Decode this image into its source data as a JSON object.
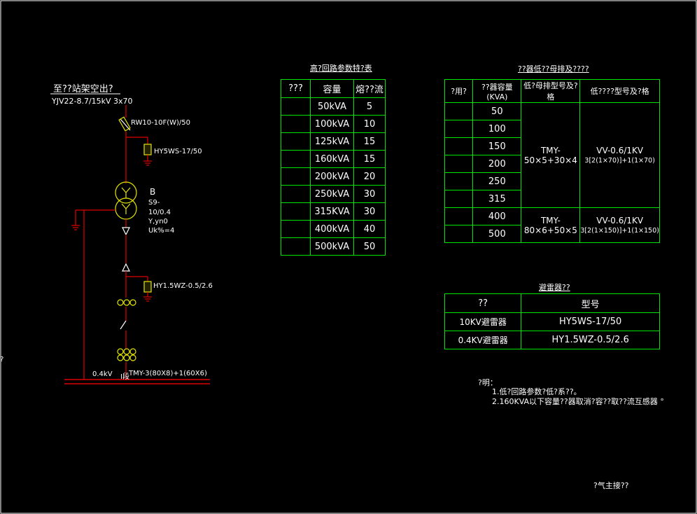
{
  "schematic": {
    "incoming_title": "至??站架空出?",
    "cable": "YJV22-8.7/15kV  3x70",
    "fuse": "RW10-10F(W)/50",
    "arrester_hv": "HY5WS-17/50",
    "transformer": {
      "label": "B",
      "model": "S9-",
      "ratio": "10/0.4",
      "connection": "Y,yn0",
      "impedance": "Uk%=4"
    },
    "arrester_lv": "HY1.5WZ-0.5/2.6",
    "lv_voltage": "0.4kV",
    "lv_marker": "I段",
    "busbar": "TMY-3(80X8)+1(60X6)",
    "left_edge_char": "?"
  },
  "hv_table": {
    "title": "高?回路参数特?表",
    "headers": [
      "???",
      "容量",
      "熔??流"
    ],
    "rows": [
      [
        "",
        "50kVA",
        "5"
      ],
      [
        "",
        "100kVA",
        "10"
      ],
      [
        "",
        "125kVA",
        "15"
      ],
      [
        "",
        "160kVA",
        "15"
      ],
      [
        "",
        "200kVA",
        "20"
      ],
      [
        "",
        "250kVA",
        "30"
      ],
      [
        "",
        "315KVA",
        "30"
      ],
      [
        "",
        "400kVA",
        "40"
      ],
      [
        "",
        "500kVA",
        "50"
      ]
    ]
  },
  "lv_table": {
    "title": "??器低??母排及????",
    "headers": [
      "?用?",
      "??器容量(KVA)",
      "低?母排型号及?格",
      "低????型号及?格"
    ],
    "capacities": [
      "50",
      "100",
      "150",
      "200",
      "250",
      "315",
      "400",
      "500"
    ],
    "bus_a": [
      "TMY-",
      "50×5+30×4"
    ],
    "cable_a": [
      "VV-0.6/1KV",
      "3[2(1×70)]+1(1×70)"
    ],
    "bus_b": [
      "TMY-",
      "80×6+50×5"
    ],
    "cable_b": [
      "VV-0.6/1KV",
      "3[2(1×150)]+1(1×150)"
    ]
  },
  "arrester_table": {
    "title": "避雷器??",
    "headers": [
      "??",
      "型号"
    ],
    "rows": [
      [
        "10KV避雷器",
        "HY5WS-17/50"
      ],
      [
        "0.4KV避雷器",
        "HY1.5WZ-0.5/2.6"
      ]
    ]
  },
  "notes": {
    "heading": "?明：",
    "items": [
      "1.低?回路参数?低?系??。",
      "2.160KVA以下容量??器取消?容??取??流互感器 °"
    ]
  },
  "footer": "?气主接??",
  "colors": {
    "line_red": "#e00000",
    "grid_green": "#00e600",
    "arrester_yellow": "#e6e600"
  }
}
